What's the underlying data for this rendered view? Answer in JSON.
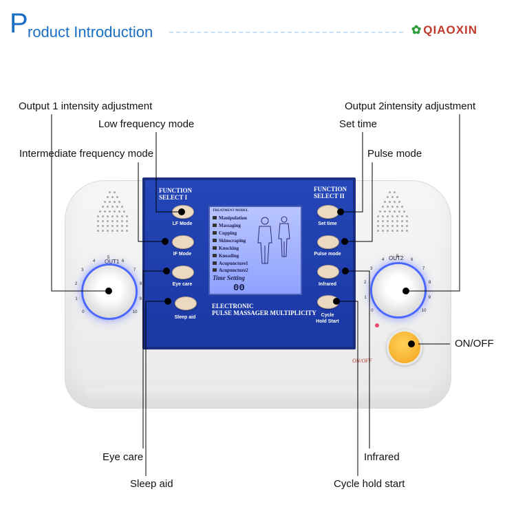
{
  "header": {
    "title_first_letter": "P",
    "title_rest": "roduct Introduction",
    "brand": "QIAOXIN",
    "accent_color": "#1a6fc4",
    "brand_color": "#c0392b"
  },
  "device": {
    "panel_left_title": "FUNCTION\nSELECT I",
    "panel_right_title": "FUNCTION\nSELECT II",
    "panel_bottom_line1": "ELECTRONIC",
    "panel_bottom_line2": "PULSE MASSAGER MULTIPLICITY",
    "out1_label": "OUT1",
    "out2_label": "OUT2",
    "onoff_mark": "ON/OFF",
    "buttons_left": [
      "LF Mode",
      "IF Mode",
      "Eye care",
      "Sleep aid"
    ],
    "buttons_right": [
      "Set time",
      "Pulse mode",
      "Infrared",
      "Cycle\nHold Start"
    ],
    "lcd": {
      "header": "TREATMENT MODEL",
      "items": [
        "Manipulation",
        "Massaging",
        "Cupping",
        "Skinscraping",
        "Knocking",
        "Kneading",
        "Acupuncture1",
        "Acupuncture2"
      ],
      "time_setting": "Time Setting",
      "digits": "00"
    },
    "knob_numbers": [
      "0",
      "1",
      "2",
      "3",
      "4",
      "5",
      "6",
      "7",
      "8",
      "9",
      "10"
    ]
  },
  "callouts": {
    "output1": "Output 1 intensity adjustment",
    "low_freq": "Low frequency mode",
    "intermediate": "Intermediate frequency mode",
    "output2": "Output 2intensity adjustment",
    "set_time": "Set time",
    "pulse_mode": "Pulse mode",
    "onoff": "ON/OFF",
    "eye_care": "Eye care",
    "sleep_aid": "Sleep aid",
    "infrared": "Infrared",
    "cycle_hold": "Cycle hold start"
  }
}
